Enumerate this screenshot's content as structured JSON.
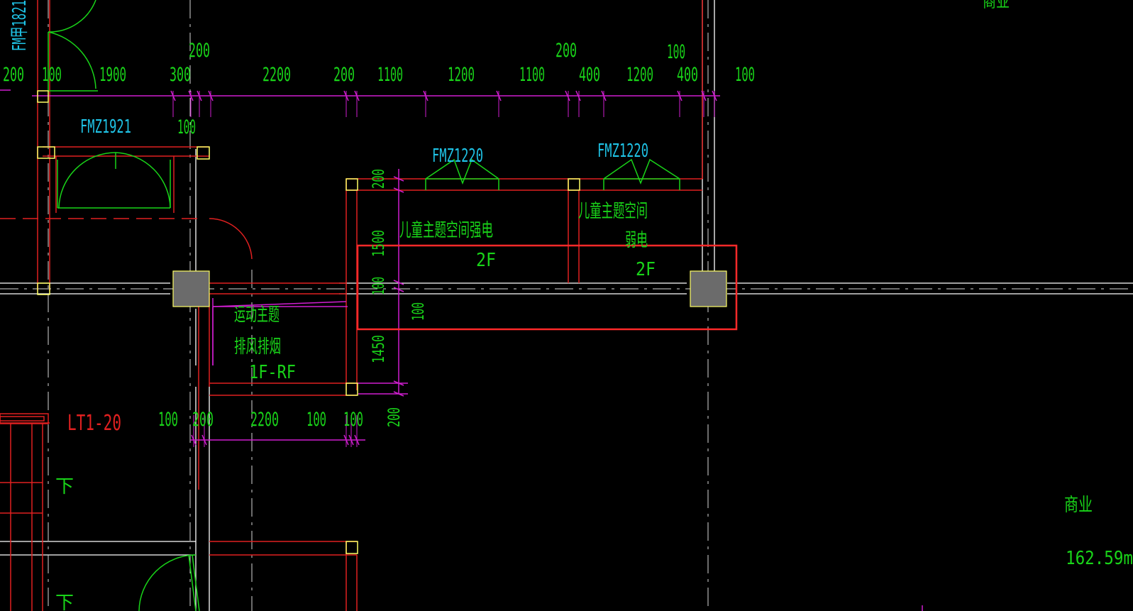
{
  "colors": {
    "background": "#000000",
    "wall_red": "#e02020",
    "dimension_magenta": "#d01ed0",
    "text_green": "#19d419",
    "text_cyan": "#1fc3e6",
    "column_gray": "#6b6b6b",
    "column_yellow": "#ffff66",
    "axis_white": "#ffffff",
    "highlight_red": "#ff2a2a"
  },
  "dims_top": [
    "200",
    "100",
    "1900",
    "300",
    "2200",
    "200",
    "1100",
    "1200",
    "1100",
    "400",
    "1200",
    "400",
    "100"
  ],
  "dims_top_upper": [
    "200",
    "200",
    "100"
  ],
  "dim_100_small": "100",
  "dims_bottom": [
    "100",
    "200",
    "2200",
    "100",
    "100"
  ],
  "dims_vertical": [
    "200",
    "1500",
    "100",
    "100",
    "1450",
    "200"
  ],
  "door_labels": [
    "FMZ1921",
    "FMZ1220",
    "FMZ1220"
  ],
  "door_label_left_vertical": "FM甲1821",
  "rooms": {
    "children_power_line1": "儿童主题空间强电",
    "children_power_floor": "2F",
    "children_weak_line1": "儿童主题空间",
    "children_weak_line2": "弱电",
    "children_weak_floor": "2F",
    "sports_line1": "运动主题",
    "sports_line2": "排风排烟",
    "sports_floors": "1F-RF",
    "stair": "LT1-20",
    "down_1": "下",
    "down_2": "下",
    "commerce": "商业",
    "commerce_area": "162.59m",
    "commerce_top": "商业"
  }
}
